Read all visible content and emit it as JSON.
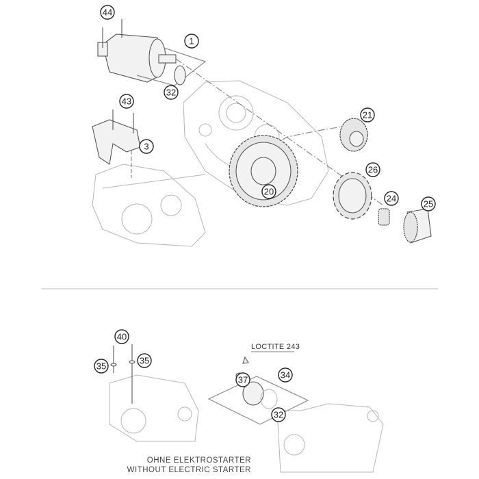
{
  "top_assembly": {
    "callouts": [
      "44",
      "1",
      "32",
      "43",
      "3",
      "21",
      "20",
      "26",
      "24",
      "25"
    ]
  },
  "bottom_assembly": {
    "callouts": [
      "40",
      "35",
      "35",
      "37",
      "34",
      "32"
    ],
    "note": "LOCTITE 243",
    "caption_de": "OHNE ELEKTROSTARTER",
    "caption_en": "WITHOUT ELECTRIC STARTER"
  }
}
